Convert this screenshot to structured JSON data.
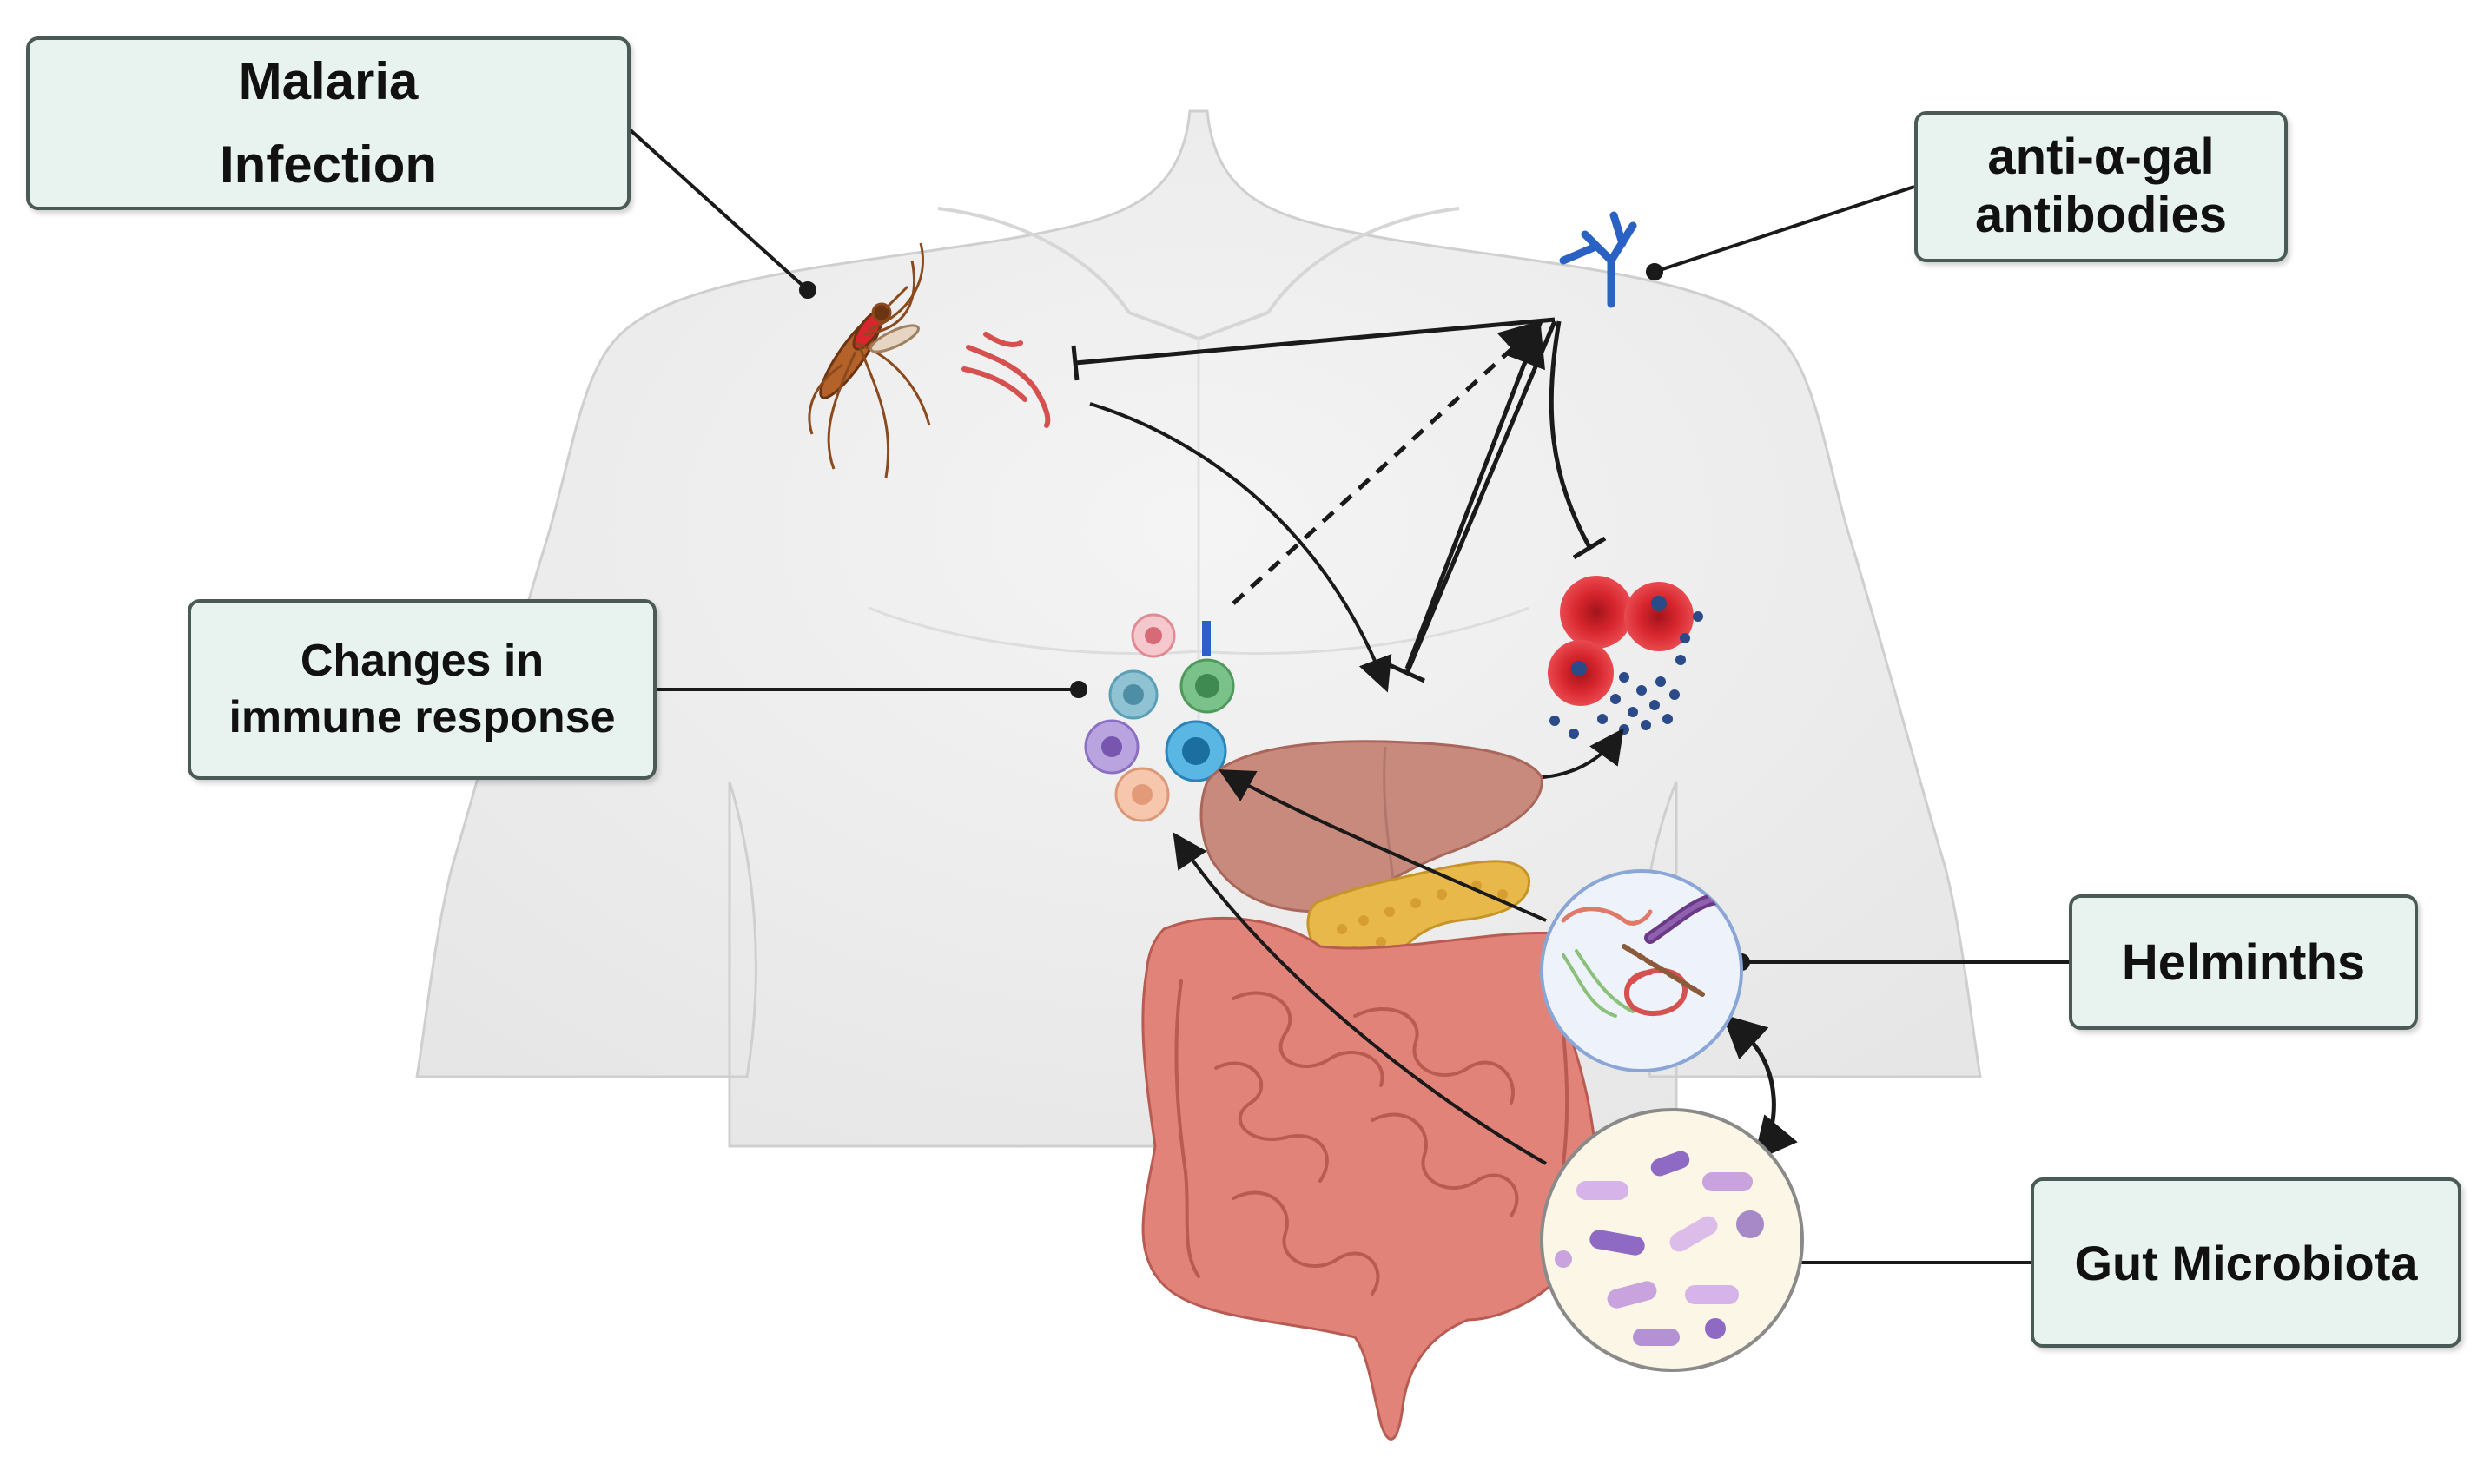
{
  "labels": {
    "malaria": "Malaria\nInfection",
    "anti_gal": "anti-α-gal\nantibodies",
    "immune": "Changes in\nimmune response",
    "helminths": "Helminths",
    "gut": "Gut Microbiota"
  },
  "colors": {
    "label_fill": "#e8f2ef",
    "label_border": "#4a5a56",
    "body": "#efefef",
    "antibody": "#2a62c4",
    "rbc": "#d8262e",
    "liver": "#c98a7e",
    "pancreas": "#e8b84a",
    "intestine": "#e2837a",
    "arrow": "#1a1a1a"
  },
  "icons": [
    "mosquito-icon",
    "parasite-icon",
    "antibody-icon",
    "immune-cells-icon",
    "red-blood-cells-icon",
    "liver-icon",
    "pancreas-icon",
    "intestines-icon",
    "helminths-circle-icon",
    "bacteria-circle-icon"
  ]
}
